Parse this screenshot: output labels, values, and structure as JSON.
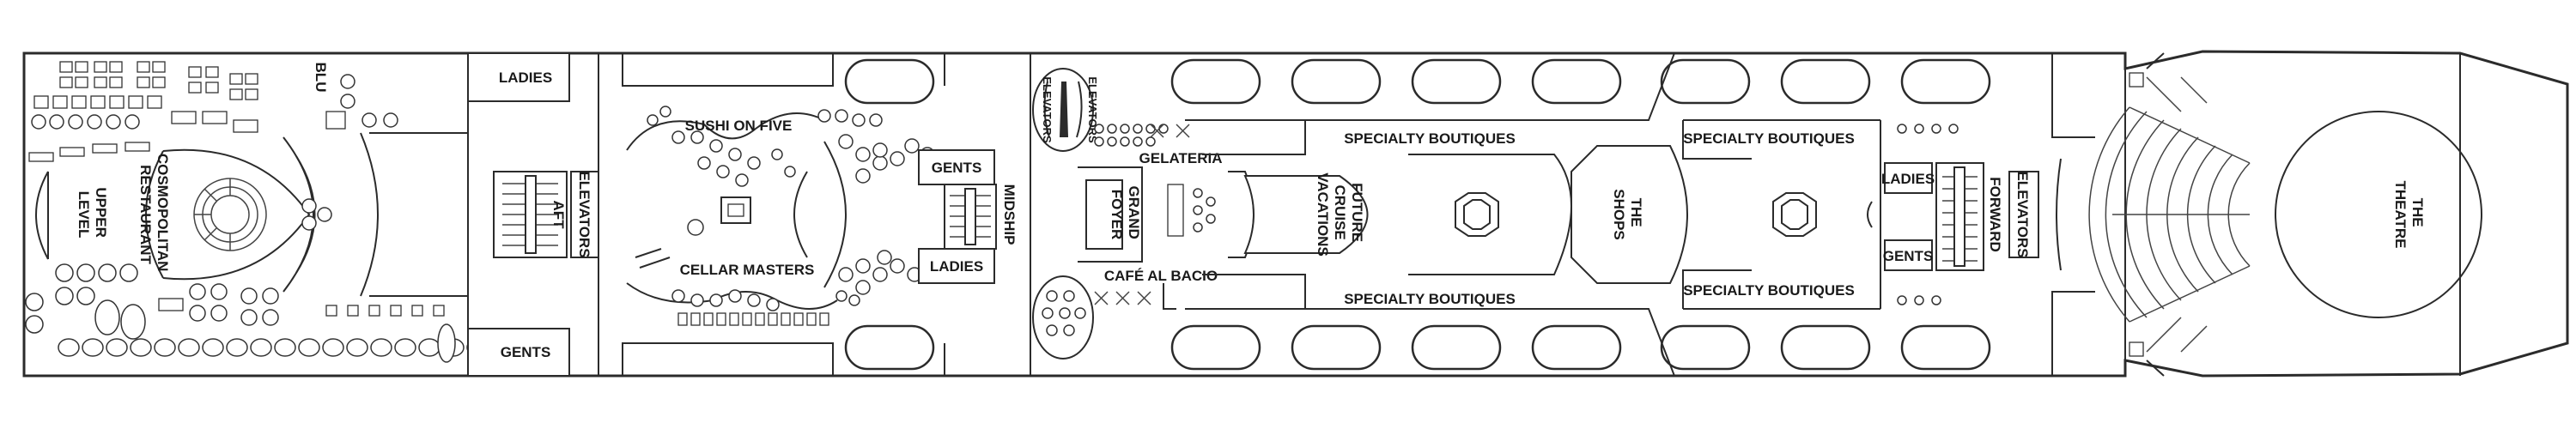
{
  "deck_plan": {
    "venues": {
      "upper_level": [
        "UPPER",
        "LEVEL"
      ],
      "cosmopolitan": [
        "COSMOPOLITAN",
        "RESTAURANT"
      ],
      "blu": "BLU",
      "ladies_aft": "LADIES",
      "gents_aft": "GENTS",
      "aft": "AFT",
      "elevators_aft": "ELEVATORS",
      "sushi": "SUSHI ON FIVE",
      "cellar": "CELLAR MASTERS",
      "gents_mid": "GENTS",
      "ladies_mid": "LADIES",
      "midship": "MIDSHIP",
      "elevators_mid": "ELEVATORS",
      "elevators_mid_lower": "ELEVATORS",
      "gelateria": "GELATERIA",
      "grand_foyer": [
        "GRAND",
        "FOYER"
      ],
      "cafe": "CAFÉ AL BACIO",
      "future_cruise": [
        "FUTURE",
        "CRUISE",
        "VACATIONS"
      ],
      "specialty_1": "SPECIALTY BOUTIQUES",
      "specialty_2": "SPECIALTY BOUTIQUES",
      "specialty_3": "SPECIALTY BOUTIQUES",
      "specialty_4": "SPECIALTY BOUTIQUES",
      "shops": [
        "THE",
        "SHOPS"
      ],
      "ladies_fwd": "LADIES",
      "gents_fwd": "GENTS",
      "forward": "FORWARD",
      "elevators_fwd": "ELEVATORS",
      "theatre": [
        "THE",
        "THEATRE"
      ]
    }
  }
}
